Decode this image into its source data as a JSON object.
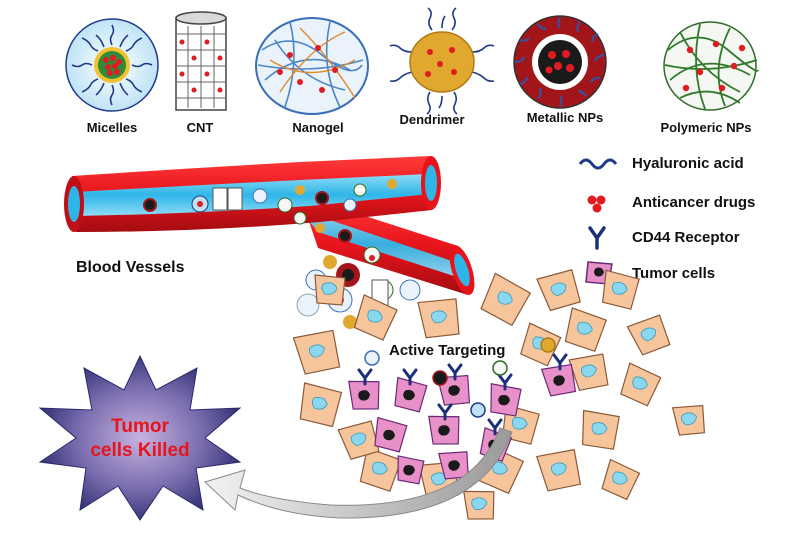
{
  "carriers": [
    {
      "label": "Micelles",
      "icon": "micelle-icon"
    },
    {
      "label": "CNT",
      "icon": "carbon-nanotube-icon"
    },
    {
      "label": "Nanogel",
      "icon": "nanogel-icon"
    },
    {
      "label": "Dendrimer",
      "icon": "dendrimer-icon"
    },
    {
      "label": "Metallic NPs",
      "icon": "metallic-nanoparticle-icon"
    },
    {
      "label": "Polymeric NPs",
      "icon": "polymeric-nanoparticle-icon"
    }
  ],
  "legend": [
    {
      "label": "Hyaluronic acid",
      "icon": "hyaluronic-acid-icon"
    },
    {
      "label": "Anticancer drugs",
      "icon": "drug-molecule-icon"
    },
    {
      "label": "CD44 Receptor",
      "icon": "cd44-receptor-icon"
    },
    {
      "label": "Tumor cells",
      "icon": "tumor-cell-icon"
    }
  ],
  "labels": {
    "blood_vessels": "Blood Vessels",
    "active_targeting": "Active Targeting",
    "killed_line1": "Tumor",
    "killed_line2": "cells Killed"
  },
  "colors": {
    "vessel": "#e8141c",
    "vessel_lumen": "#2fb6e8",
    "drug": "#e11b22",
    "hyaluronic": "#1f3a8a",
    "receptor": "#1b2f7a",
    "tumor_cell": "#e890c8",
    "healthy_cell": "#f7c59b",
    "star": "#2a2a6e",
    "killed_text": "#e8141c"
  }
}
